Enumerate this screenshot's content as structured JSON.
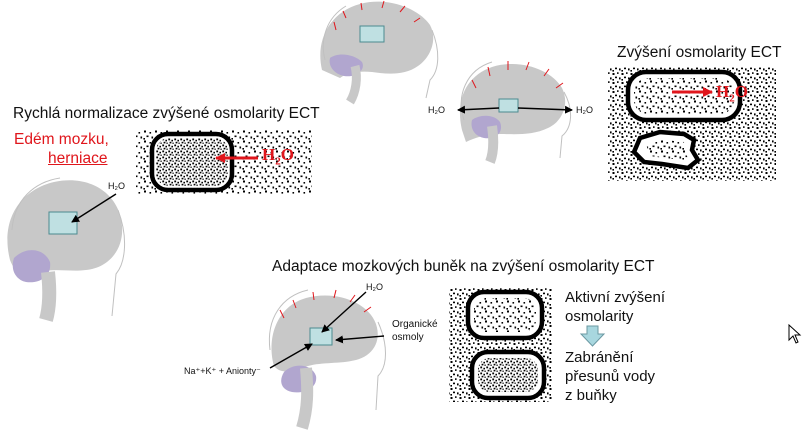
{
  "labels": {
    "top_right_title": "Zvýšení osmolarity ECT",
    "left_title": "Rychlá normalizace zvýšené osmolarity ECT",
    "edema_line1": "Edém mozku,",
    "edema_line2": "herniace",
    "bottom_title": "Adaptace mozkových buněk na zvýšení osmolarity ECT",
    "h2o_small": "H₂O",
    "water_big_main": "H",
    "water_big_sub": "2",
    "water_big_tail": "O",
    "organic_line1": "Organické",
    "organic_line2": "osmoly",
    "ions": "Na⁺+K⁺ + Anionty⁻",
    "active_line1": "Aktivní zvýšení",
    "active_line2": "osmolarity",
    "prevent_line1": "Zabránění",
    "prevent_line2": "přesunů vody",
    "prevent_line3": "z buňky"
  },
  "colors": {
    "brain": "#c8c8c8",
    "cerebellum": "#b1a6cf",
    "cell": "#bfe0e2",
    "arrow_red": "#e0161c",
    "block_arrow": "#a8d7df"
  },
  "icons": [
    "mouse-cursor-icon"
  ]
}
